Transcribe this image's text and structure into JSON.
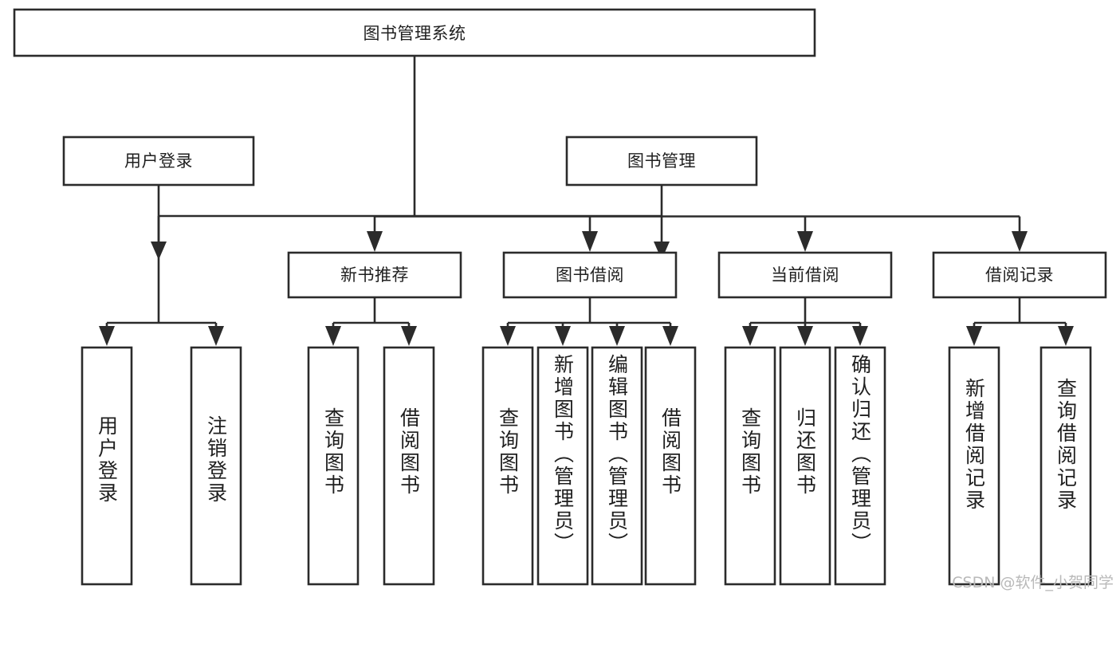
{
  "diagram": {
    "type": "tree-hierarchy",
    "title": "图书管理系统",
    "watermark": "CSDN @软件_小贺同学",
    "style": {
      "box_fill": "#ffffff",
      "box_stroke": "#2b2b2b",
      "connector_color": "#2b2b2b",
      "text_color": "#1f1f1f",
      "background": "#ffffff",
      "watermark_color": "#b9b9b9"
    },
    "root": {
      "label": "图书管理系统",
      "id": "root"
    },
    "level2": [
      {
        "id": "user-login",
        "label": "用户登录"
      },
      {
        "id": "book-manage",
        "label": "图书管理"
      }
    ],
    "level3": [
      {
        "id": "new-book-recommend",
        "label": "新书推荐",
        "parent": "book-manage"
      },
      {
        "id": "book-borrow",
        "label": "图书借阅",
        "parent": "book-manage"
      },
      {
        "id": "current-borrow",
        "label": "当前借阅",
        "parent": "book-manage"
      },
      {
        "id": "borrow-record",
        "label": "借阅记录",
        "parent": "book-manage"
      }
    ],
    "leaves": [
      {
        "id": "leaf-user-login",
        "label": "用户登录",
        "parent": "user-login"
      },
      {
        "id": "leaf-user-logout",
        "label": "注销登录",
        "parent": "user-login"
      },
      {
        "id": "leaf-query-book-1",
        "label": "查询图书",
        "parent": "new-book-recommend"
      },
      {
        "id": "leaf-borrow-book-1",
        "label": "借阅图书",
        "parent": "new-book-recommend"
      },
      {
        "id": "leaf-query-book-2",
        "label": "查询图书",
        "parent": "book-borrow"
      },
      {
        "id": "leaf-add-book",
        "label": "新增图书（管理员）",
        "parent": "book-borrow"
      },
      {
        "id": "leaf-edit-book",
        "label": "编辑图书（管理员）",
        "parent": "book-borrow"
      },
      {
        "id": "leaf-borrow-book-2",
        "label": "借阅图书",
        "parent": "book-borrow"
      },
      {
        "id": "leaf-query-book-3",
        "label": "查询图书",
        "parent": "current-borrow"
      },
      {
        "id": "leaf-return-book",
        "label": "归还图书",
        "parent": "current-borrow"
      },
      {
        "id": "leaf-confirm-return",
        "label": "确认归还（管理员）",
        "parent": "current-borrow"
      },
      {
        "id": "leaf-add-record",
        "label": "新增借阅记录",
        "parent": "borrow-record"
      },
      {
        "id": "leaf-query-record",
        "label": "查询借阅记录",
        "parent": "borrow-record"
      }
    ]
  }
}
